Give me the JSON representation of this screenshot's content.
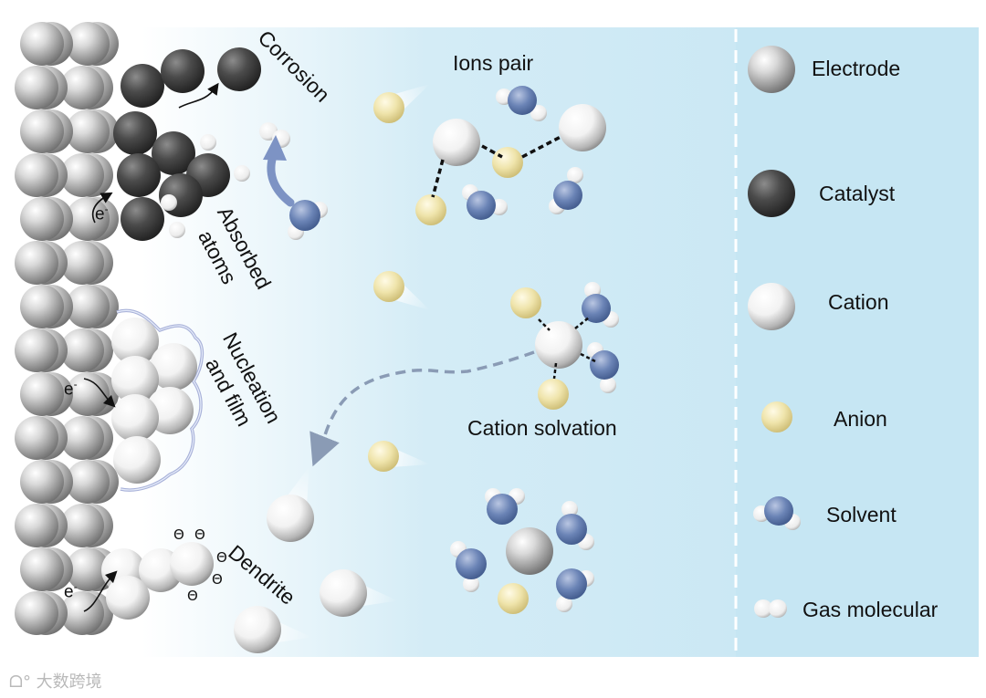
{
  "labels": {
    "corrosion": "Corrosion",
    "absorbed_line1": "Absorbed",
    "absorbed_line2": "atoms",
    "nucleation_line1": "Nucleation",
    "nucleation_line2": "and film",
    "dendrite": "Dendrite",
    "ions_pair": "Ions pair",
    "cation_solvation": "Cation solvation",
    "electron": "e",
    "electron_charge": "-",
    "negative_charge": "Θ"
  },
  "legend": {
    "items": [
      {
        "label": "Electrode",
        "icon": "electrode-sphere-icon"
      },
      {
        "label": "Catalyst",
        "icon": "catalyst-sphere-icon"
      },
      {
        "label": "Cation",
        "icon": "cation-sphere-icon"
      },
      {
        "label": "Anion",
        "icon": "anion-sphere-icon"
      },
      {
        "label": "Solvent",
        "icon": "solvent-molecule-icon"
      },
      {
        "label": "Gas molecular",
        "icon": "gas-molecule-icon"
      }
    ]
  },
  "watermark": "大数跨境",
  "colors": {
    "background_panel": "#c6e6f3",
    "electrode": "#b8b8b8",
    "catalyst": "#4a4a4a",
    "anion": "#ece1a6",
    "solvent": "#5d78ab",
    "arrow": "#8a9bb5"
  }
}
